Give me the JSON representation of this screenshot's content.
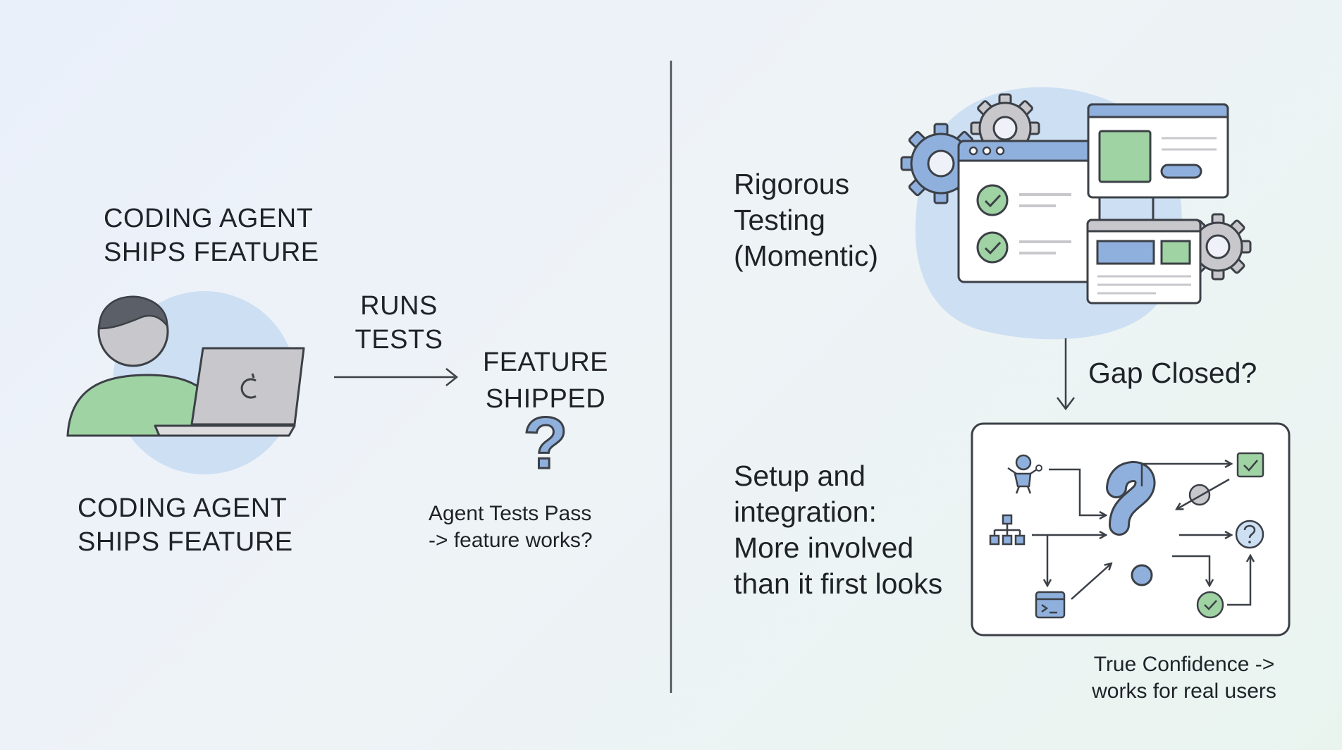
{
  "left": {
    "top_title": [
      "CODING AGENT",
      "SHIPS FEATURE"
    ],
    "bottom_title": [
      "CODING AGENT",
      "SHIPS FEATURE"
    ],
    "arrow_label": [
      "RUNS",
      "TESTS"
    ],
    "shipped_label": [
      "FEATURE",
      "SHIPPED"
    ],
    "question_mark": "?",
    "note": [
      "Agent Tests Pass",
      "-> feature works?"
    ]
  },
  "right": {
    "testing_label": [
      "Rigorous",
      "Testing",
      "(Momentic)"
    ],
    "gap_label": "Gap Closed?",
    "setup_label": [
      "Setup and",
      "integration:",
      "More involved",
      "than it first looks"
    ],
    "confidence_note": [
      "True Confidence ->",
      "works for real users"
    ],
    "flow_question": "?"
  },
  "colors": {
    "green": "#9fd3a3",
    "green_dark": "#3a7d4a",
    "blue": "#8fb0dd",
    "blue_blob": "#cddff3",
    "gray": "#c8c8cc",
    "outline": "#3c4047"
  },
  "icons": [
    "user-avatar-icon",
    "laptop-icon",
    "question-icon",
    "gear-icon",
    "browser-window-icon",
    "check-circle-icon",
    "robot-icon",
    "hierarchy-icon",
    "terminal-icon",
    "checkbox-icon",
    "help-circle-icon"
  ]
}
